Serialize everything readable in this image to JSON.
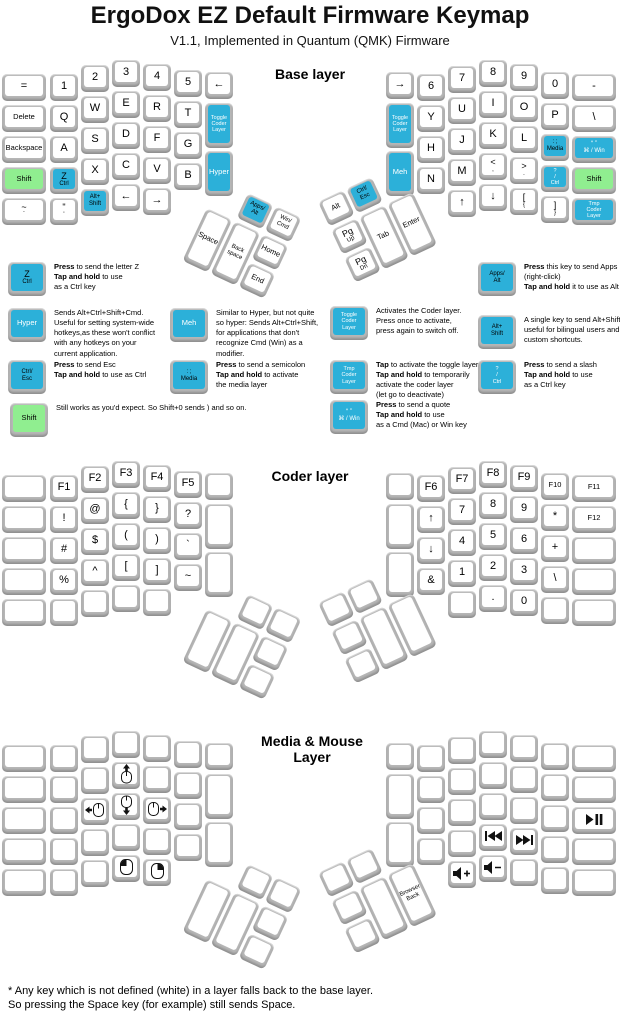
{
  "title": "ErgoDox EZ Default Firmware Keymap",
  "subtitle": "V1.1, Implemented in Quantum (QMK) Firmware",
  "footnote_line1": "* Any key which is not defined (white) in a layer falls back to the base layer.",
  "footnote_line2": "So pressing the Space key (for example) still sends Space.",
  "colors": {
    "blue": "#2CB0D9",
    "green": "#90EE90",
    "cap_gray": "#B6B6B6",
    "face_white": "#FFFFFF"
  },
  "layers": [
    {
      "title": "Base layer",
      "left": {
        "rows": [
          [
            {
              "t": "="
            },
            {
              "t": "1"
            },
            {
              "t": "2"
            },
            {
              "t": "3"
            },
            {
              "t": "4"
            },
            {
              "t": "5"
            },
            {
              "t": "←"
            }
          ],
          [
            {
              "t": "Delete"
            },
            {
              "t": "Q"
            },
            {
              "t": "W"
            },
            {
              "t": "E"
            },
            {
              "t": "R"
            },
            {
              "t": "T"
            }
          ],
          [
            {
              "t": "Backspace"
            },
            {
              "t": "A"
            },
            {
              "t": "S"
            },
            {
              "t": "D"
            },
            {
              "t": "F"
            },
            {
              "t": "G"
            }
          ],
          [
            {
              "t": "Shift",
              "c": "green"
            },
            {
              "t": "Z\nCtrl",
              "c": "blue"
            },
            {
              "t": "X"
            },
            {
              "t": "C"
            },
            {
              "t": "V"
            },
            {
              "t": "B"
            }
          ],
          [
            {
              "t": "~\n`"
            },
            {
              "t": "\"\n'"
            },
            {
              "t": "Alt+\nShift",
              "c": "blue"
            },
            {
              "t": "←"
            },
            {
              "t": "→"
            }
          ]
        ],
        "inner": [
          {
            "t": "Toggle\nCoder\nLayer",
            "c": "blue",
            "lt": 1
          },
          {
            "t": "Hyper",
            "c": "blue",
            "lt": 1
          }
        ],
        "thumb": [
          {
            "t": "Apps/\nAlt",
            "c": "blue"
          },
          {
            "t": "Win/\nCmd"
          },
          {
            "t": "Space"
          },
          {
            "t": "Back\nspace"
          },
          {
            "t": "Home"
          },
          {
            "t": "End"
          }
        ]
      },
      "right": {
        "rows": [
          [
            {
              "t": "→"
            },
            {
              "t": "6"
            },
            {
              "t": "7"
            },
            {
              "t": "8"
            },
            {
              "t": "9"
            },
            {
              "t": "0"
            },
            {
              "t": "-"
            }
          ],
          [
            {
              "t": "Y"
            },
            {
              "t": "U"
            },
            {
              "t": "I"
            },
            {
              "t": "O"
            },
            {
              "t": "P"
            },
            {
              "t": "\\"
            }
          ],
          [
            {
              "t": "H"
            },
            {
              "t": "J"
            },
            {
              "t": "K"
            },
            {
              "t": "L"
            },
            {
              "t": ": ;\nMedia",
              "c": "blue"
            },
            {
              "t": "“ ”\n⌘ / Win",
              "c": "blue",
              "lt": 1
            }
          ],
          [
            {
              "t": "N"
            },
            {
              "t": "M"
            },
            {
              "t": "<\n,"
            },
            {
              "t": ">\n."
            },
            {
              "t": "?\n/\nCtrl",
              "c": "blue",
              "lt": 1
            },
            {
              "t": "Shift",
              "c": "green"
            }
          ],
          [
            {
              "t": "↑"
            },
            {
              "t": "↓"
            },
            {
              "t": "[\n{"
            },
            {
              "t": "]\n}"
            },
            {
              "t": "Tmp\nCoder\nLayer",
              "c": "blue",
              "lt": 1
            }
          ]
        ],
        "inner": [
          {
            "t": "Toggle\nCoder\nLayer",
            "c": "blue",
            "lt": 1
          },
          {
            "t": "Meh",
            "c": "blue",
            "lt": 1
          }
        ],
        "thumb": [
          {
            "t": "Alt"
          },
          {
            "t": "Ctrl/\nEsc",
            "c": "blue"
          },
          {
            "t": "Pg\nUp"
          },
          {
            "t": "Pg\nDn"
          },
          {
            "t": "Tab"
          },
          {
            "t": "Enter"
          }
        ]
      }
    },
    {
      "title": "Coder layer",
      "left": {
        "rows": [
          [
            {
              "t": ""
            },
            {
              "t": "F1"
            },
            {
              "t": "F2"
            },
            {
              "t": "F3"
            },
            {
              "t": "F4"
            },
            {
              "t": "F5"
            },
            {
              "t": ""
            }
          ],
          [
            {
              "t": ""
            },
            {
              "t": "!"
            },
            {
              "t": "@"
            },
            {
              "t": "{"
            },
            {
              "t": "}"
            },
            {
              "t": "?"
            }
          ],
          [
            {
              "t": ""
            },
            {
              "t": "#"
            },
            {
              "t": "$"
            },
            {
              "t": "("
            },
            {
              "t": ")"
            },
            {
              "t": "`"
            }
          ],
          [
            {
              "t": ""
            },
            {
              "t": "%"
            },
            {
              "t": "^"
            },
            {
              "t": "["
            },
            {
              "t": "]"
            },
            {
              "t": "~"
            }
          ],
          [
            {
              "t": ""
            },
            {
              "t": ""
            },
            {
              "t": ""
            },
            {
              "t": ""
            },
            {
              "t": ""
            }
          ]
        ],
        "inner": [
          {
            "t": ""
          },
          {
            "t": ""
          }
        ],
        "thumb": [
          {
            "t": ""
          },
          {
            "t": ""
          },
          {
            "t": ""
          },
          {
            "t": ""
          },
          {
            "t": ""
          },
          {
            "t": ""
          }
        ]
      },
      "right": {
        "rows": [
          [
            {
              "t": ""
            },
            {
              "t": "F6"
            },
            {
              "t": "F7"
            },
            {
              "t": "F8"
            },
            {
              "t": "F9"
            },
            {
              "t": "F10"
            },
            {
              "t": "F11"
            }
          ],
          [
            {
              "t": "↑"
            },
            {
              "t": "7"
            },
            {
              "t": "8"
            },
            {
              "t": "9"
            },
            {
              "t": "*"
            },
            {
              "t": "F12"
            }
          ],
          [
            {
              "t": "↓"
            },
            {
              "t": "4"
            },
            {
              "t": "5"
            },
            {
              "t": "6"
            },
            {
              "t": "+"
            },
            {
              "t": ""
            }
          ],
          [
            {
              "t": "&"
            },
            {
              "t": "1"
            },
            {
              "t": "2"
            },
            {
              "t": "3"
            },
            {
              "t": "\\"
            },
            {
              "t": ""
            }
          ],
          [
            {
              "t": ""
            },
            {
              "t": "."
            },
            {
              "t": "0"
            },
            {
              "t": ""
            },
            {
              "t": ""
            }
          ]
        ],
        "inner": [
          {
            "t": ""
          },
          {
            "t": ""
          }
        ],
        "thumb": [
          {
            "t": ""
          },
          {
            "t": ""
          },
          {
            "t": ""
          },
          {
            "t": ""
          },
          {
            "t": ""
          },
          {
            "t": ""
          }
        ]
      }
    },
    {
      "title": "Media & Mouse Layer",
      "left": {
        "rows": [
          [
            {
              "t": ""
            },
            {
              "t": ""
            },
            {
              "t": ""
            },
            {
              "t": ""
            },
            {
              "t": ""
            },
            {
              "t": ""
            },
            {
              "t": ""
            }
          ],
          [
            {
              "t": ""
            },
            {
              "t": ""
            },
            {
              "t": ""
            },
            {
              "icon": "mouse-up"
            },
            {
              "t": ""
            },
            {
              "t": ""
            }
          ],
          [
            {
              "t": ""
            },
            {
              "t": ""
            },
            {
              "icon": "mouse-left"
            },
            {
              "icon": "mouse-down"
            },
            {
              "icon": "mouse-right"
            },
            {
              "t": ""
            }
          ],
          [
            {
              "t": ""
            },
            {
              "t": ""
            },
            {
              "t": ""
            },
            {
              "t": ""
            },
            {
              "t": ""
            },
            {
              "t": ""
            }
          ],
          [
            {
              "t": ""
            },
            {
              "t": ""
            },
            {
              "t": ""
            },
            {
              "icon": "mouse-btn-left"
            },
            {
              "icon": "mouse-btn-right"
            }
          ]
        ],
        "inner": [
          {
            "t": ""
          },
          {
            "t": ""
          }
        ],
        "thumb": [
          {
            "t": ""
          },
          {
            "t": ""
          },
          {
            "t": ""
          },
          {
            "t": ""
          },
          {
            "t": ""
          },
          {
            "t": ""
          }
        ]
      },
      "right": {
        "rows": [
          [
            {
              "t": ""
            },
            {
              "t": ""
            },
            {
              "t": ""
            },
            {
              "t": ""
            },
            {
              "t": ""
            },
            {
              "t": ""
            },
            {
              "t": ""
            }
          ],
          [
            {
              "t": ""
            },
            {
              "t": ""
            },
            {
              "t": ""
            },
            {
              "t": ""
            },
            {
              "t": ""
            },
            {
              "t": ""
            }
          ],
          [
            {
              "t": ""
            },
            {
              "t": ""
            },
            {
              "t": ""
            },
            {
              "t": ""
            },
            {
              "t": ""
            },
            {
              "icon": "play-pause"
            }
          ],
          [
            {
              "t": ""
            },
            {
              "t": ""
            },
            {
              "icon": "prev-track"
            },
            {
              "icon": "next-track"
            },
            {
              "t": ""
            },
            {
              "t": ""
            }
          ],
          [
            {
              "icon": "vol-up"
            },
            {
              "icon": "vol-down"
            },
            {
              "t": ""
            },
            {
              "t": ""
            },
            {
              "t": ""
            }
          ]
        ],
        "inner": [
          {
            "t": ""
          },
          {
            "t": ""
          }
        ],
        "thumb": [
          {
            "t": ""
          },
          {
            "t": ""
          },
          {
            "t": ""
          },
          {
            "t": ""
          },
          {
            "t": ""
          },
          {
            "t": "Browser\nBack"
          }
        ]
      }
    }
  ],
  "legend": [
    {
      "name": "z-ctrl",
      "icon": {
        "t": "Z\nCtrl",
        "c": "blue"
      },
      "text": "**Press** to send the letter Z\n**Tap and hold** to use\nas a Ctrl key"
    },
    {
      "name": "hyper",
      "icon": {
        "t": "Hyper",
        "c": "blue",
        "lt": 1
      },
      "text": "Sends Alt+Ctrl+Shift+Cmd.\nUseful for setting system-wide\nhotkeys,as these won't conflict\nwith any hotkeys on your\ncurrent application."
    },
    {
      "name": "ctrl-esc",
      "icon": {
        "t": "Ctrl/\nEsc",
        "c": "blue"
      },
      "text": "**Press** to send Esc\n**Tap and hold** to use as Ctrl"
    },
    {
      "name": "shift",
      "icon": {
        "t": "Shift",
        "c": "green"
      },
      "text": "Still works as you'd expect. So Shift+0 sends ) and so on."
    },
    {
      "name": "meh",
      "icon": {
        "t": "Meh",
        "c": "blue",
        "lt": 1
      },
      "text": "Similar to Hyper, but not quite\nso hyper: Sends Alt+Ctrl+Shift,\nfor applications that don't\nrecognize Cmd (Win) as a\nmodifier."
    },
    {
      "name": "semicolon-media",
      "icon": {
        "t": ": ;\nMedia",
        "c": "blue"
      },
      "text": "**Press** to send a semicolon\n**Tap and hold** to activate\nthe media layer"
    },
    {
      "name": "toggle-coder",
      "icon": {
        "t": "Toggle\nCoder\nLayer",
        "c": "blue",
        "lt": 1
      },
      "text": "Activates the Coder layer.\nPress once to activate,\npress again to switch off."
    },
    {
      "name": "tmp-coder",
      "icon": {
        "t": "Tmp\nCoder\nLayer",
        "c": "blue",
        "lt": 1
      },
      "text": "**Tap** to activate the toggle layer.\n**Tap and hold** to temporarily\nactivate the coder layer\n(let go to deactivate)"
    },
    {
      "name": "quote-win",
      "icon": {
        "t": "“ ”\n⌘ / Win",
        "c": "blue",
        "lt": 1
      },
      "text": "**Press** to send a quote\n**Tap and hold** to use\nas a Cmd (Mac) or Win key"
    },
    {
      "name": "apps-alt",
      "icon": {
        "t": "Apps/\nAlt",
        "c": "blue"
      },
      "text": "**Press** this key to send Apps\n(right-click)\n**Tap and hold** it to use as Alt"
    },
    {
      "name": "alt-shift",
      "icon": {
        "t": "Alt+\nShift",
        "c": "blue"
      },
      "text": "A single key to send Alt+Shift\nuseful for bilingual users and\ncustom shortcuts."
    },
    {
      "name": "slash-ctrl",
      "icon": {
        "t": "?\n/\nCtrl",
        "c": "blue",
        "lt": 1
      },
      "text": "**Press** to send a slash\n**Tap and hold** to use\nas a Ctrl key"
    }
  ]
}
